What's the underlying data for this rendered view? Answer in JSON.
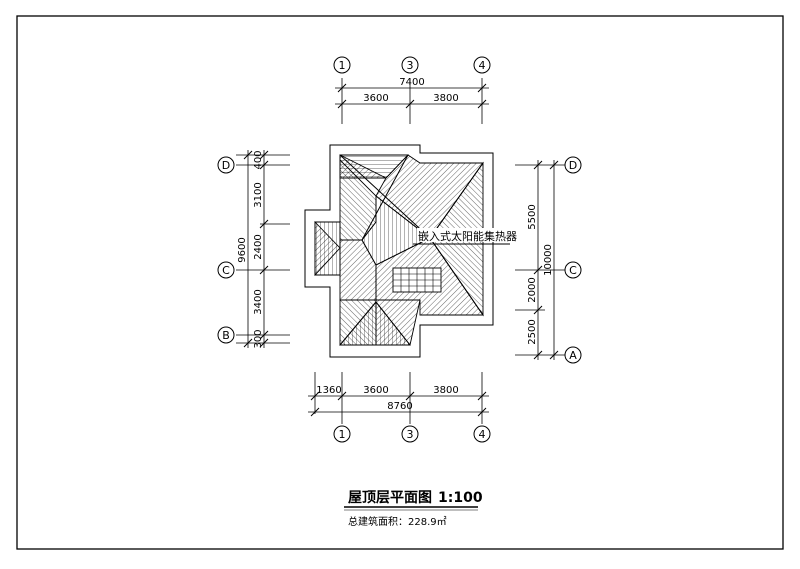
{
  "drawing": {
    "title": "屋顶层平面图",
    "scale": "1:100",
    "area_label": "总建筑面积：228.9㎡",
    "annotation": "嵌入式太阳能集热器"
  },
  "top_axes": [
    "1",
    "3",
    "4"
  ],
  "top_dims": {
    "overall": "7400",
    "seg_a": "3600",
    "seg_b": "3800"
  },
  "bottom_axes": [
    "1",
    "3",
    "4"
  ],
  "bottom_dims": {
    "seg_a": "1360",
    "seg_b": "3600",
    "seg_c": "3800",
    "overall": "8760"
  },
  "left_axes": [
    "D",
    "C",
    "B"
  ],
  "left_dims": {
    "overall": "9600",
    "s1": "400",
    "s2": "3100",
    "s3": "2400",
    "s4": "3400",
    "s5": "300"
  },
  "right_axes": [
    "D",
    "C",
    "A"
  ],
  "right_dims": {
    "overall": "10000",
    "s1": "5500",
    "s2": "2000",
    "s3": "2500"
  },
  "colors": {
    "line": "#000000",
    "background": "#ffffff"
  }
}
